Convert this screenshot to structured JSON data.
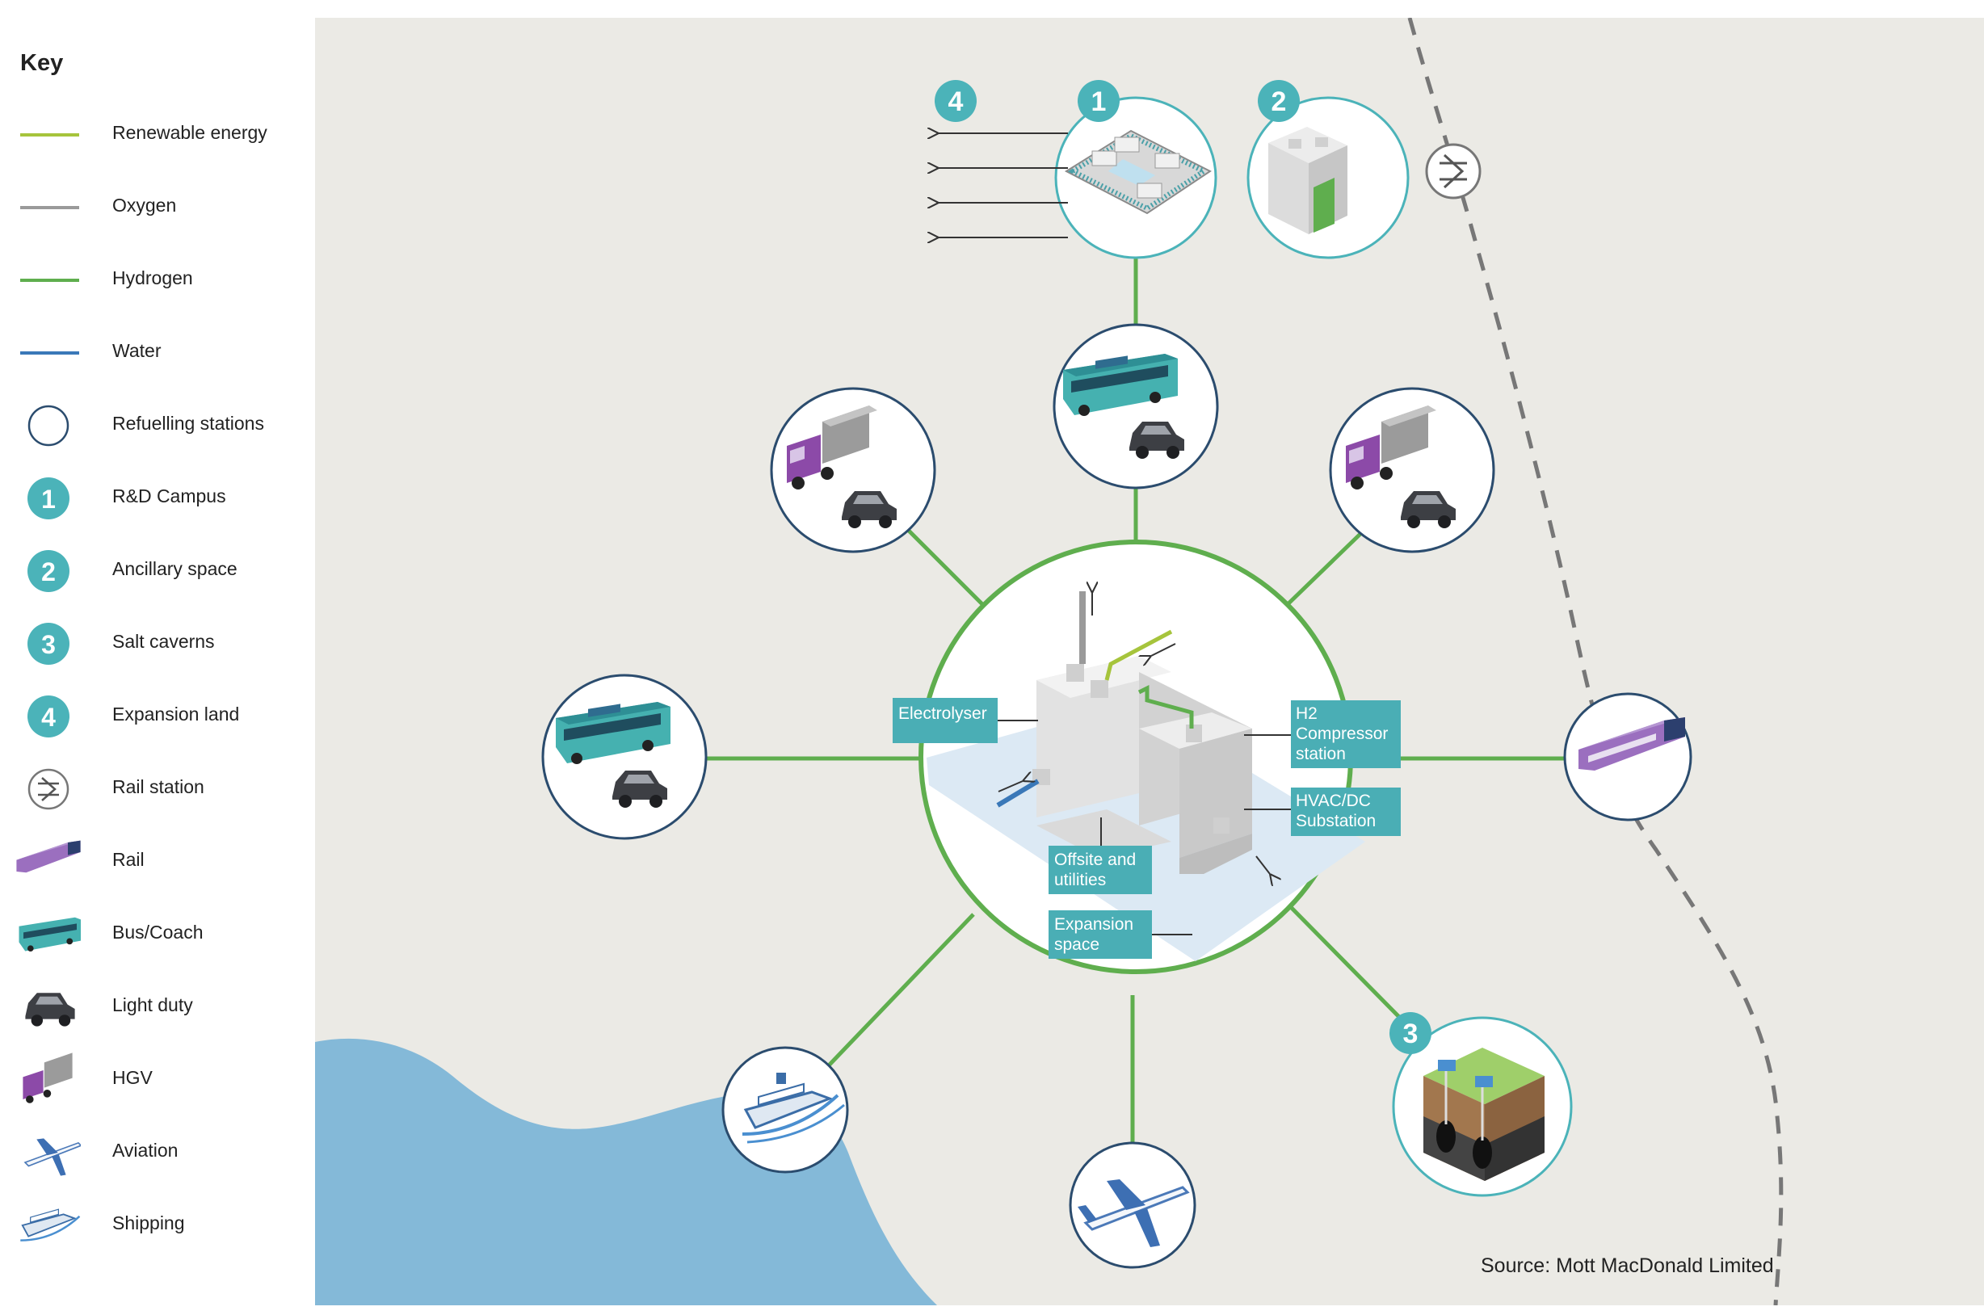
{
  "key": {
    "title": "Key",
    "items": [
      {
        "label": "Renewable energy",
        "symbol": "line",
        "color": "#a6c43c"
      },
      {
        "label": "Oxygen",
        "symbol": "line",
        "color": "#9a9a9a"
      },
      {
        "label": "Hydrogen",
        "symbol": "line",
        "color": "#5fae4e"
      },
      {
        "label": "Water",
        "symbol": "line",
        "color": "#3a78b8"
      },
      {
        "label": "Refuelling stations",
        "symbol": "ring"
      },
      {
        "label": "R&D Campus",
        "symbol": "number",
        "number": "1"
      },
      {
        "label": "Ancillary space",
        "symbol": "number",
        "number": "2"
      },
      {
        "label": "Salt caverns",
        "symbol": "number",
        "number": "3"
      },
      {
        "label": "Expansion land",
        "symbol": "number",
        "number": "4"
      },
      {
        "label": "Rail station",
        "symbol": "rail-station-icon"
      },
      {
        "label": "Rail",
        "symbol": "train-icon"
      },
      {
        "label": "Bus/Coach",
        "symbol": "bus-icon"
      },
      {
        "label": "Light duty",
        "symbol": "car-icon"
      },
      {
        "label": "HGV",
        "symbol": "truck-icon"
      },
      {
        "label": "Aviation",
        "symbol": "plane-icon"
      },
      {
        "label": "Shipping",
        "symbol": "ship-icon"
      }
    ]
  },
  "diagram": {
    "hub_labels": {
      "electrolyser": "Electrolyser",
      "compressor_1": "H2",
      "compressor_2": "Compressor",
      "compressor_3": "station",
      "hvac_1": "HVAC/DC",
      "hvac_2": "Substation",
      "offsite_1": "Offsite and",
      "offsite_2": "utilities",
      "expansion_1": "Expansion",
      "expansion_2": "space"
    },
    "markers": {
      "rd_campus": "1",
      "ancillary": "2",
      "salt_caverns": "3",
      "expansion_land": "4"
    },
    "source": "Source: Mott MacDonald Limited"
  },
  "colors": {
    "map_background": "#ebeae5",
    "sea": "#84b9d8",
    "hydrogen": "#5fae4e",
    "renewable": "#a6c43c",
    "water": "#3a78b8",
    "oxygen": "#9a9a9a",
    "teal": "#4bb3b9",
    "label_box": "#4aaeb5",
    "navy_ring": "#2b4c6e"
  }
}
